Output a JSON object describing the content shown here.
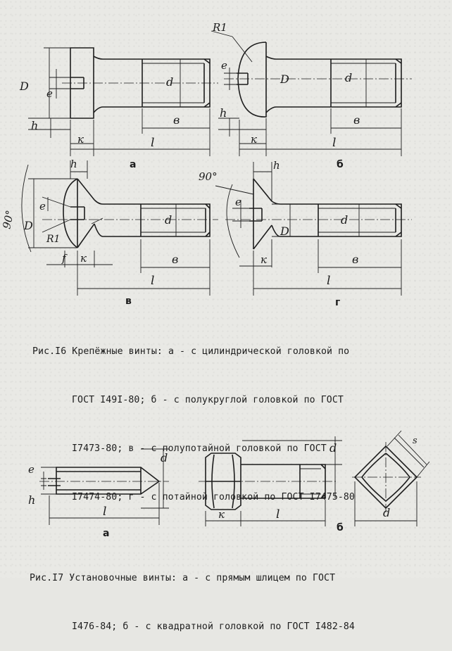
{
  "figure16": {
    "views": {
      "a": {
        "sublabel": "а",
        "dims": {
          "D": "D",
          "e": "e",
          "h": "h",
          "k": "к",
          "l": "l",
          "b": "в",
          "d": "d"
        }
      },
      "b": {
        "sublabel": "б",
        "dims": {
          "R1": "R1",
          "D": "D",
          "e": "e",
          "h": "h",
          "k": "к",
          "l": "l",
          "b": "в",
          "d": "d"
        }
      },
      "v": {
        "sublabel": "в",
        "dims": {
          "angle": "90°",
          "h": "h",
          "e": "e",
          "D": "D",
          "R1": "R1",
          "f": "f",
          "k": "к",
          "l": "l",
          "b": "в",
          "d": "d"
        }
      },
      "g": {
        "sublabel": "г",
        "dims": {
          "angle": "90°",
          "h": "h",
          "e": "e",
          "D": "D",
          "k": "к",
          "l": "l",
          "b": "в",
          "d": "d"
        }
      }
    },
    "caption": [
      "Рис.I6 Крепёжные винты: а - с цилиндрической головкой по",
      "ГОСТ I49I-80; б - с полукруглой головкой по ГОСТ",
      "I7473-80; в - с полупотайной головкой по ГОСТ",
      "I7474-80; г - с потайной головкой по ГОСТ I7475-80"
    ]
  },
  "figure17": {
    "views": {
      "a": {
        "sublabel": "а",
        "dims": {
          "e": "e",
          "h": "h",
          "l": "l",
          "d": "d"
        }
      },
      "b": {
        "sublabel": "б",
        "dims": {
          "d_top": "d",
          "k": "к",
          "l": "l",
          "s": "s",
          "d_bottom": "d"
        }
      }
    },
    "caption": [
      "Рис.I7 Установочные винты: а - с прямым шлицем по ГОСТ",
      "I476-84; б - с квадратной головкой по ГОСТ I482-84"
    ]
  }
}
